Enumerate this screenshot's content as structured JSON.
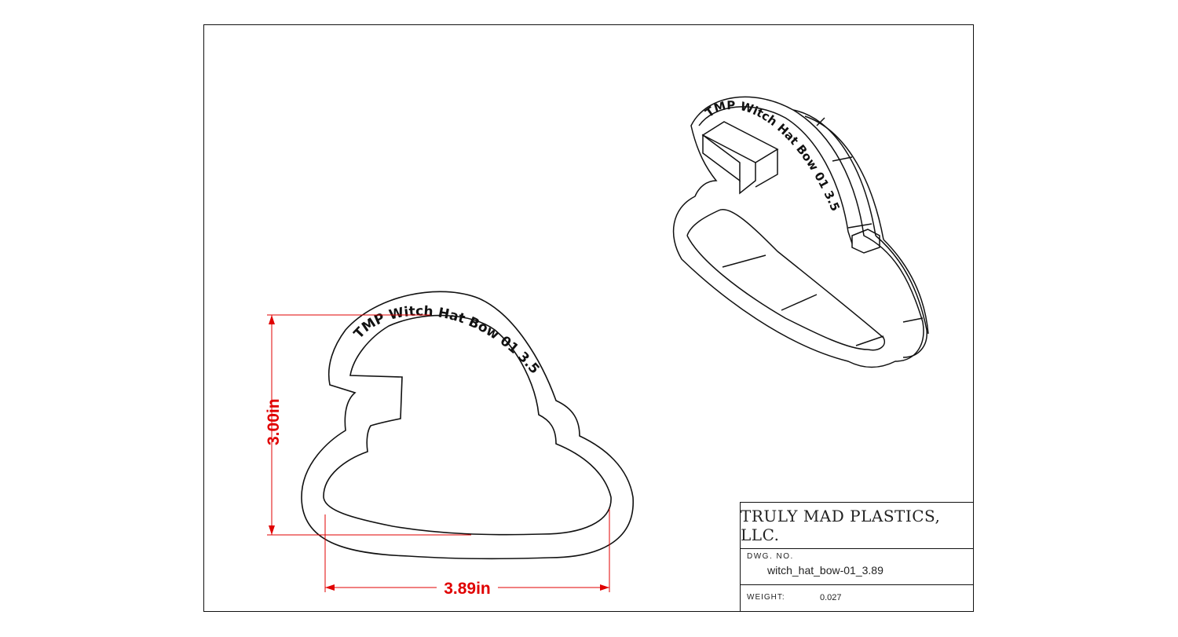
{
  "drawing": {
    "front_view_label": "TMP Witch Hat Bow 01 3.50",
    "iso_view_label": "TMP Witch Hat Bow 01 3.50",
    "height_dimension": "3.00in",
    "width_dimension": "3.89in",
    "dimension_color": "#e00000"
  },
  "title_block": {
    "company": "TRULY MAD PLASTICS, LLC.",
    "dwg_no_label": "DWG.  NO.",
    "dwg_no_value": "witch_hat_bow-01_3.89",
    "weight_label": "WEIGHT:",
    "weight_value": "0.027"
  }
}
